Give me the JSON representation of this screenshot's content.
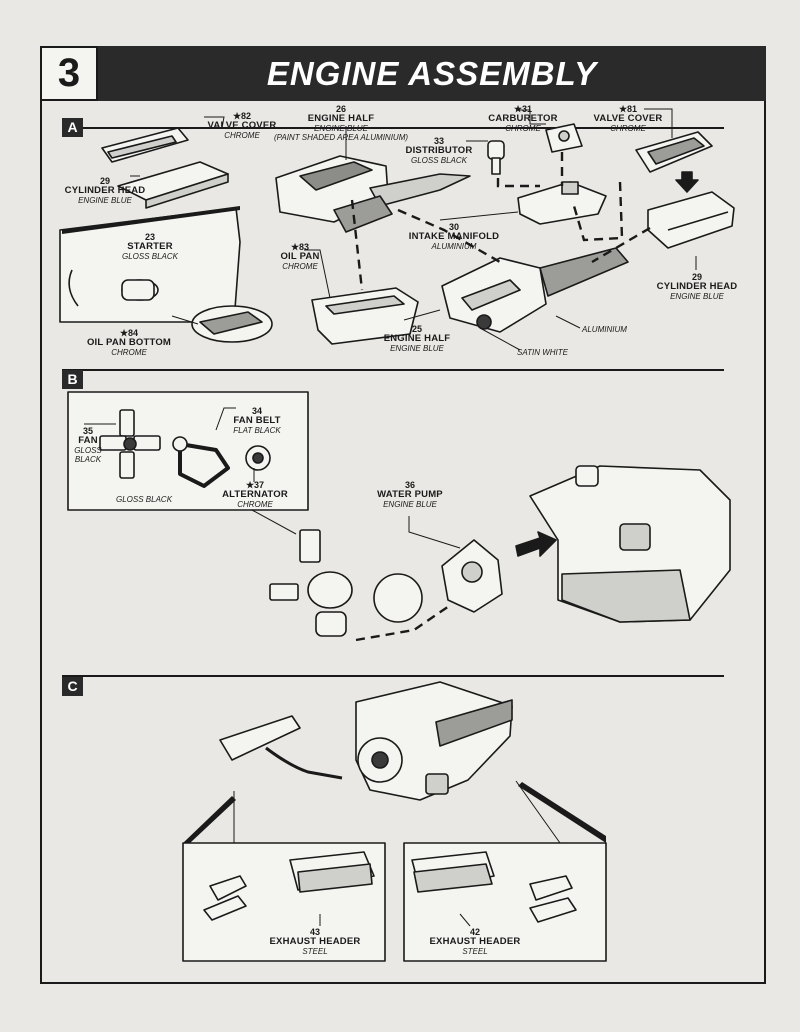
{
  "header": {
    "step": "3",
    "title": "ENGINE ASSEMBLY"
  },
  "sections": {
    "a": "A",
    "b": "B",
    "c": "C"
  },
  "colors": {
    "ink": "#1a1a1a",
    "paper": "#e9e8e4",
    "header_bg": "#2a2a2a"
  },
  "section_a": {
    "valve_cover_82": {
      "num": "★82",
      "name": "VALVE COVER",
      "color": "CHROME"
    },
    "cylinder_head_29_left": {
      "num": "29",
      "name": "CYLINDER HEAD",
      "color": "ENGINE BLUE"
    },
    "engine_half_26": {
      "num": "26",
      "name": "ENGINE HALF",
      "color": "ENGINE BLUE",
      "note": "(PAINT SHADED AREA ALUMINIUM)"
    },
    "carburetor_31": {
      "num": "★31",
      "name": "CARBURETOR",
      "color": "CHROME"
    },
    "valve_cover_81": {
      "num": "★81",
      "name": "VALVE COVER",
      "color": "CHROME"
    },
    "distributor_33": {
      "num": "33",
      "name": "DISTRIBUTOR",
      "color": "GLOSS BLACK"
    },
    "starter_23": {
      "num": "23",
      "name": "STARTER",
      "color": "GLOSS BLACK"
    },
    "intake_manifold_30": {
      "num": "30",
      "name": "INTAKE MANIFOLD",
      "color": "ALUMINIUM"
    },
    "cylinder_head_29_right": {
      "num": "29",
      "name": "CYLINDER HEAD",
      "color": "ENGINE BLUE"
    },
    "oil_pan_83": {
      "num": "★83",
      "name": "OIL PAN",
      "color": "CHROME"
    },
    "oil_pan_bottom_84": {
      "num": "★84",
      "name": "OIL PAN BOTTOM",
      "color": "CHROME"
    },
    "engine_half_25": {
      "num": "25",
      "name": "ENGINE HALF",
      "color": "ENGINE BLUE"
    },
    "aluminium_note": "ALUMINIUM",
    "satin_white_note": "SATIN WHITE"
  },
  "section_b": {
    "fan_35": {
      "num": "35",
      "name": "FAN",
      "color1": "GLOSS",
      "color2": "BLACK"
    },
    "fan_belt_34": {
      "num": "34",
      "name": "FAN BELT",
      "color": "FLAT BLACK"
    },
    "gloss_black_note": "GLOSS BLACK",
    "alternator_37": {
      "num": "★37",
      "name": "ALTERNATOR",
      "color": "CHROME"
    },
    "water_pump_36": {
      "num": "36",
      "name": "WATER PUMP",
      "color": "ENGINE BLUE"
    }
  },
  "section_c": {
    "exhaust_header_43": {
      "num": "43",
      "name": "EXHAUST HEADER",
      "color": "STEEL"
    },
    "exhaust_header_42": {
      "num": "42",
      "name": "EXHAUST HEADER",
      "color": "STEEL"
    }
  }
}
